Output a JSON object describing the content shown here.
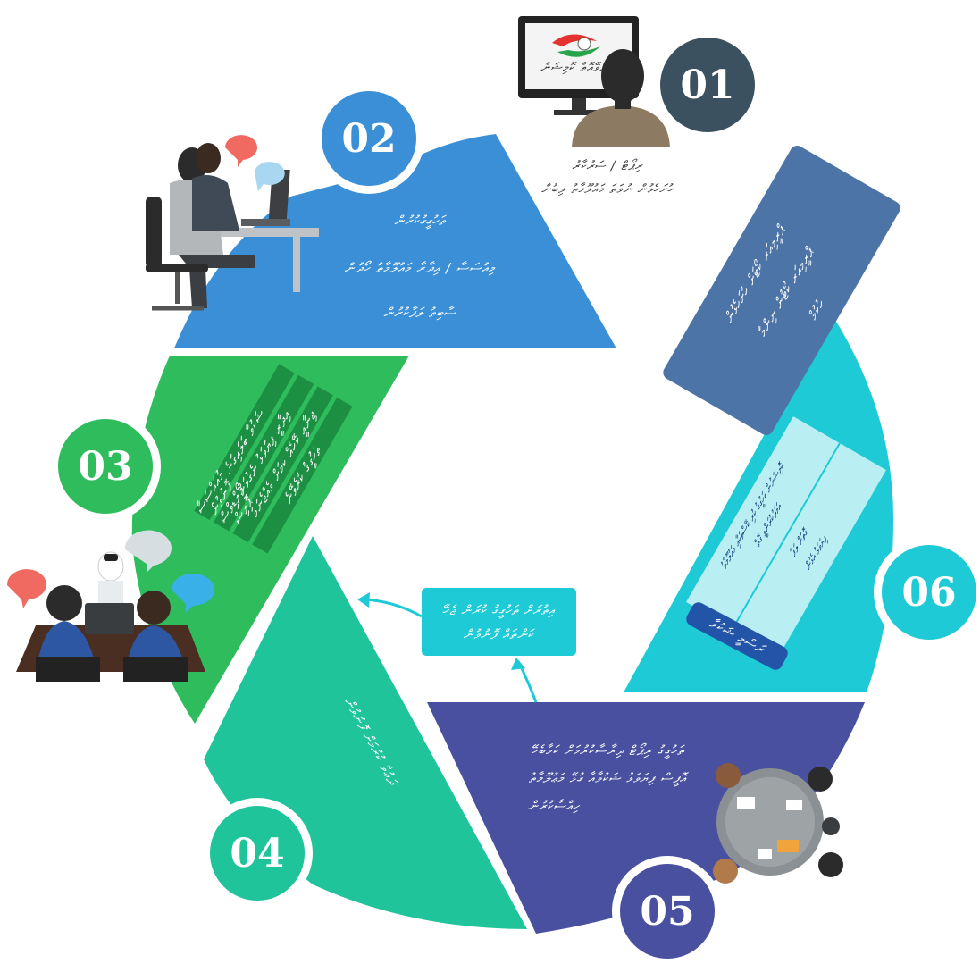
{
  "steps": [
    {
      "number": "01",
      "color": "#3c5160"
    },
    {
      "number": "02",
      "color": "#3a8fd6"
    },
    {
      "number": "03",
      "color": "#2ebc5c"
    },
    {
      "number": "04",
      "color": "#1fc49a"
    },
    {
      "number": "05",
      "color": "#48509f"
    },
    {
      "number": "06",
      "color": "#1ecad6"
    }
  ],
  "step1": {
    "monitor_text": "ކުރެވޭއޮތް ކޮމިޝަން",
    "caption_line1": "ރިޕޯޓް / ސަރުކާރު",
    "caption_line2": "ހުށަހެޅުން ނުވަތަ މައުލޫމާތު ލިބުން"
  },
  "step2": {
    "line1": "ތަހުގީގުކުރުން",
    "line2": "މިއުސަސާ / އިދާރާ މައުލޫމާތު ހޯދުން",
    "line3": "ސާބިތު ލަފާކުރުން"
  },
  "step3": {
    "cols": [
      "ޝަކުވާ ބަލައިގަނެ",
      "އިދާރީ ފިޔަވަޅު ނެގުމަށް",
      "ޖިނާއީ ކޭހެއް ކަމަށް ވެއްޖެނަމަ",
      "ތަހުގީގު ކުރެވޭނެ"
    ],
    "rows2": [
      "މުއައްސަސާ",
      "ފޮނުވުން",
      "މޯލްޑިވްސް",
      "ޕޮލިސް"
    ]
  },
  "step4": {
    "text": "ދަޢުވާ ކުރުމަށް ފޮނުވުން"
  },
  "step5": {
    "line1": "ތަހުގީގު ރިޕޯޓް ދިރާސާކުރުމަށް ކަމާބެހޭ",
    "line2": "އޮފީސް ފިޔަވަޅު ޝަކުވާއާ ގުޅޭ މަޢުލޫމާތު",
    "line3": "ހިއްސާކުރުން"
  },
  "callout": {
    "line1": "އިތުރަށް ތަހުގީގު ކުރަން ޖެހޭ",
    "line2": "ކަންތައް ފޮނުވުން"
  },
  "step6_card": {
    "line1": "ޕްރީމިއަރ ކޯޓަށް ހުށަހެޅުން",
    "line2": "ޕްރީމިއަރ ކޯޓުން ނިންމާ",
    "line3": "ހުކުމް"
  },
  "step6_box": {
    "col1": "ކޮމިޝަނުން ތަހުގީގު ކުރި ކޭސްތަކާއި މައުލޫމާތު",
    "col2": "އަމަލުކުރަންވީ ގޮތް",
    "col3": "ގޮތަށް ލަފާ",
    "col4": "ފިޔަވަޅު އެޅުން",
    "footer": "ރަސްމީ ޝަކުވާ"
  }
}
